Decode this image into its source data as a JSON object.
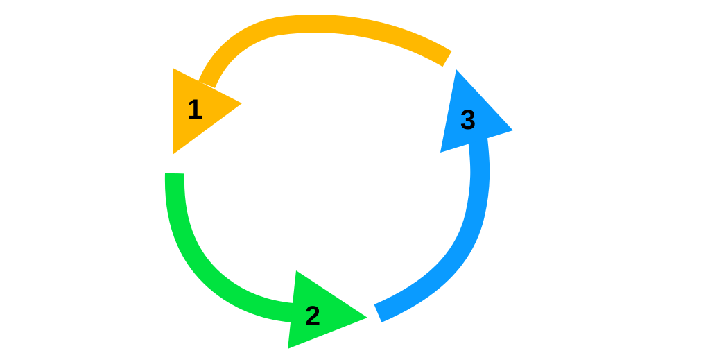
{
  "diagram": {
    "steps": [
      {
        "number": "1",
        "color": "#FFB800"
      },
      {
        "number": "2",
        "color": "#00E33F"
      },
      {
        "number": "3",
        "color": "#0A9BFF"
      }
    ]
  }
}
